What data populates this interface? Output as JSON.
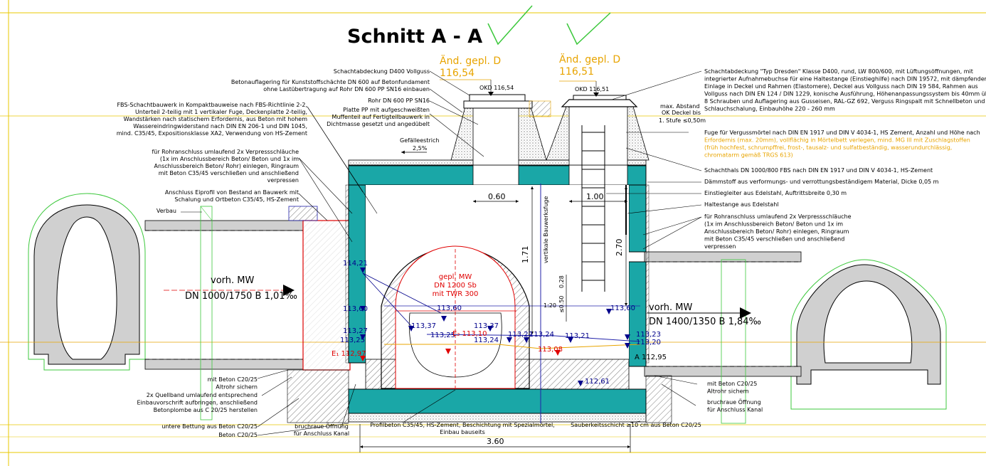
{
  "title": "Schnitt A - A",
  "top_marks": {
    "left": {
      "label": "Änd. gepl. D",
      "value": "116,54",
      "okd": "OKD 116,54"
    },
    "right": {
      "label": "Änd. gepl. D",
      "value": "116,51",
      "okd": "OKD 116,51"
    }
  },
  "left_notes": [
    {
      "lines": [
        "Schachtabdeckung D400 Vollguss"
      ]
    },
    {
      "lines": [
        "Betonauflagering für Kunststoffschächte DN 600 auf Betonfundament",
        "ohne Lastübertragung auf Rohr DN 600 PP SN16 einbauen"
      ]
    },
    {
      "lines": [
        "Rohr DN 600 PP SN16"
      ]
    },
    {
      "lines": [
        "Platte PP mit aufgeschweißten",
        "Muffenteil auf Fertigteilbauwerk in",
        "Dichtmasse gesetzt und angedübelt"
      ]
    },
    {
      "lines": [
        "FBS-Schachtbauwerk in Kompaktbauweise nach FBS-Richtlinie 2-2,",
        "Unterteil 2-teilig mit 1 vertikaler Fuge, Deckenplatte 2-teilig,",
        "Wandstärken nach statischem Erfordernis, aus Beton mit hohem",
        "Wassereindringwiderstand nach DIN EN 206-1 und DIN 1045,",
        "mind. C35/45, Expositionsklasse XA2, Verwendung von HS-Zement"
      ]
    },
    {
      "lines": [
        "für Rohranschluss umlaufend 2x Verpressschläuche",
        "(1x im Anschlussbereich Beton/ Beton und 1x im",
        "Anschlussbereich Beton/ Rohr) einlegen, Ringraum",
        "mit Beton C35/45 verschließen und anschließend",
        "verpressen"
      ]
    },
    {
      "lines": [
        "Anschluss Eiprofil von Bestand an Bauwerk mit",
        "Schalung und Ortbeton C35/45, HS-Zement"
      ]
    },
    {
      "lines": [
        "Verbau"
      ]
    }
  ],
  "right_notes": [
    {
      "lines": [
        "Schachtabdeckung \"Typ Dresden\" Klasse D400, rund, LW 800/600, mit Lüftungsöffnungen, mit",
        "integrierter Aufnahmebuchse für eine Haltestange (Einstieghilfe) nach DIN 19572, mit dämpfender",
        "Einlage in Deckel und Rahmen (Elastomere), Deckel aus Vollguss nach DIN 19 584, Rahmen aus",
        "Vollguss nach DIN EN 124 / DIN 1229, konische Ausführung, Höhenanpassungssystem bis 40mm über",
        "8 Schrauben und Auflagering aus Gusseisen, RAL-GZ 692, Verguss Ringspalt mit Schnellbeton und",
        "Schlauchschalung, Einbauhöhe 220 - 260 mm"
      ]
    },
    {
      "lines": [
        "Fuge für Vergussmörtel nach DIN EN 1917 und DIN V 4034-1, HS Zement, Anzahl und Höhe nach",
        "Erfordernis (max. 20mm), vollflächig in Mörtelbett verlegen, mind. MG III mit Zuschlagstoffen",
        "(früh hochfest, schrumpffrei, frost-, tausalz- und sulfatbeständig, wasserundurchlässig,",
        "chromatarm gemäß TRGS 613)"
      ]
    },
    {
      "lines": [
        "Schachthals DN 1000/800 FBS nach DIN EN 1917 und DIN V 4034-1, HS-Zement"
      ]
    },
    {
      "lines": [
        "Dämmstoff aus verformungs- und verrottungsbeständigem Material, Dicke 0,05 m"
      ]
    },
    {
      "lines": [
        "Einstiegleiter aus Edelstahl, Auftrittsbreite 0,30 m"
      ]
    },
    {
      "lines": [
        "Haltestange aus Edelstahl"
      ]
    },
    {
      "lines": [
        "für Rohranschluss umlaufend 2x Verpressschläuche",
        "(1x im Anschlussbereich Beton/ Beton und 1x im",
        "Anschlussbereich Beton/ Rohr) einlegen, Ringraum",
        "mit Beton C35/45 verschließen und anschließend",
        "verpressen"
      ]
    }
  ],
  "bottom_left_notes": [
    {
      "lines": [
        "mit Beton C20/25",
        "Altrohr sichern"
      ]
    },
    {
      "lines": [
        "2x Quellband umlaufend entsprechend",
        "Einbauvorschrift aufbringen, anschließend",
        "Betonplombe aus C 20/25 herstellen"
      ]
    },
    {
      "lines": [
        "untere Bettung aus Beton C20/25"
      ]
    },
    {
      "lines": [
        "Beton C20/25"
      ]
    }
  ],
  "bottom_center_notes": [
    {
      "lines": [
        "bruchraue Öffnung",
        "für Anschluss Kanal"
      ]
    },
    {
      "lines": [
        "Profilbeton C35/45, HS-Zement, Beschichtung mit Spezialmörtel,",
        "Einbau bauseits"
      ]
    },
    {
      "lines": [
        "Sauberkeitsschicht ≥10 cm aus Beton C20/25"
      ]
    }
  ],
  "bottom_right_notes": [
    {
      "lines": [
        "mit Beton C20/25",
        "Altrohr sichern"
      ]
    },
    {
      "lines": [
        "bruchraue Öffnung",
        "für Anschluss Kanal"
      ]
    }
  ],
  "small_labels": {
    "gefaelle": "Gefälleestrich",
    "gefaelle_pct": "2,5%",
    "max_abstand": [
      "max. Abstand",
      "OK Deckel bis",
      "1. Stufe ≤0,50m"
    ],
    "vertikale_fuge": "vertikale Bauwerksfuge",
    "slope": "1:20"
  },
  "dimensions": {
    "d060": "0.60",
    "d100": "1.00",
    "d171": "1.71",
    "d270": "2.70",
    "d360": "3.60",
    "d028": "0.28",
    "d050": "≤0.50"
  },
  "levels_blue": [
    "114,21",
    "113,60",
    "113,27",
    "113,25",
    "113,60",
    "113,37",
    "113,25",
    "113,37",
    "113,24",
    "113,22",
    "113,24",
    "113,21",
    "113,60",
    "113,23",
    "113,20",
    "112,61"
  ],
  "levels_red": [
    "E₁ 112,97",
    "E₂ 113,10",
    "113,08"
  ],
  "level_black": "A 112,95",
  "pipes": {
    "left": [
      "vorh. MW",
      "DN 1000/1750 B 1,01‰"
    ],
    "right": [
      "vorh. MW",
      "DN 1400/1350 B 1,84‰"
    ],
    "planned": [
      "gepl. MW",
      "DN 1200 Sb",
      "mit TWR 300"
    ]
  },
  "colors": {
    "concrete_fill": "#1aa7a7",
    "level_blue": "#00008b",
    "level_red": "#e00000",
    "annotation_orange": "#e8a400",
    "check_green": "#3cc83c"
  }
}
